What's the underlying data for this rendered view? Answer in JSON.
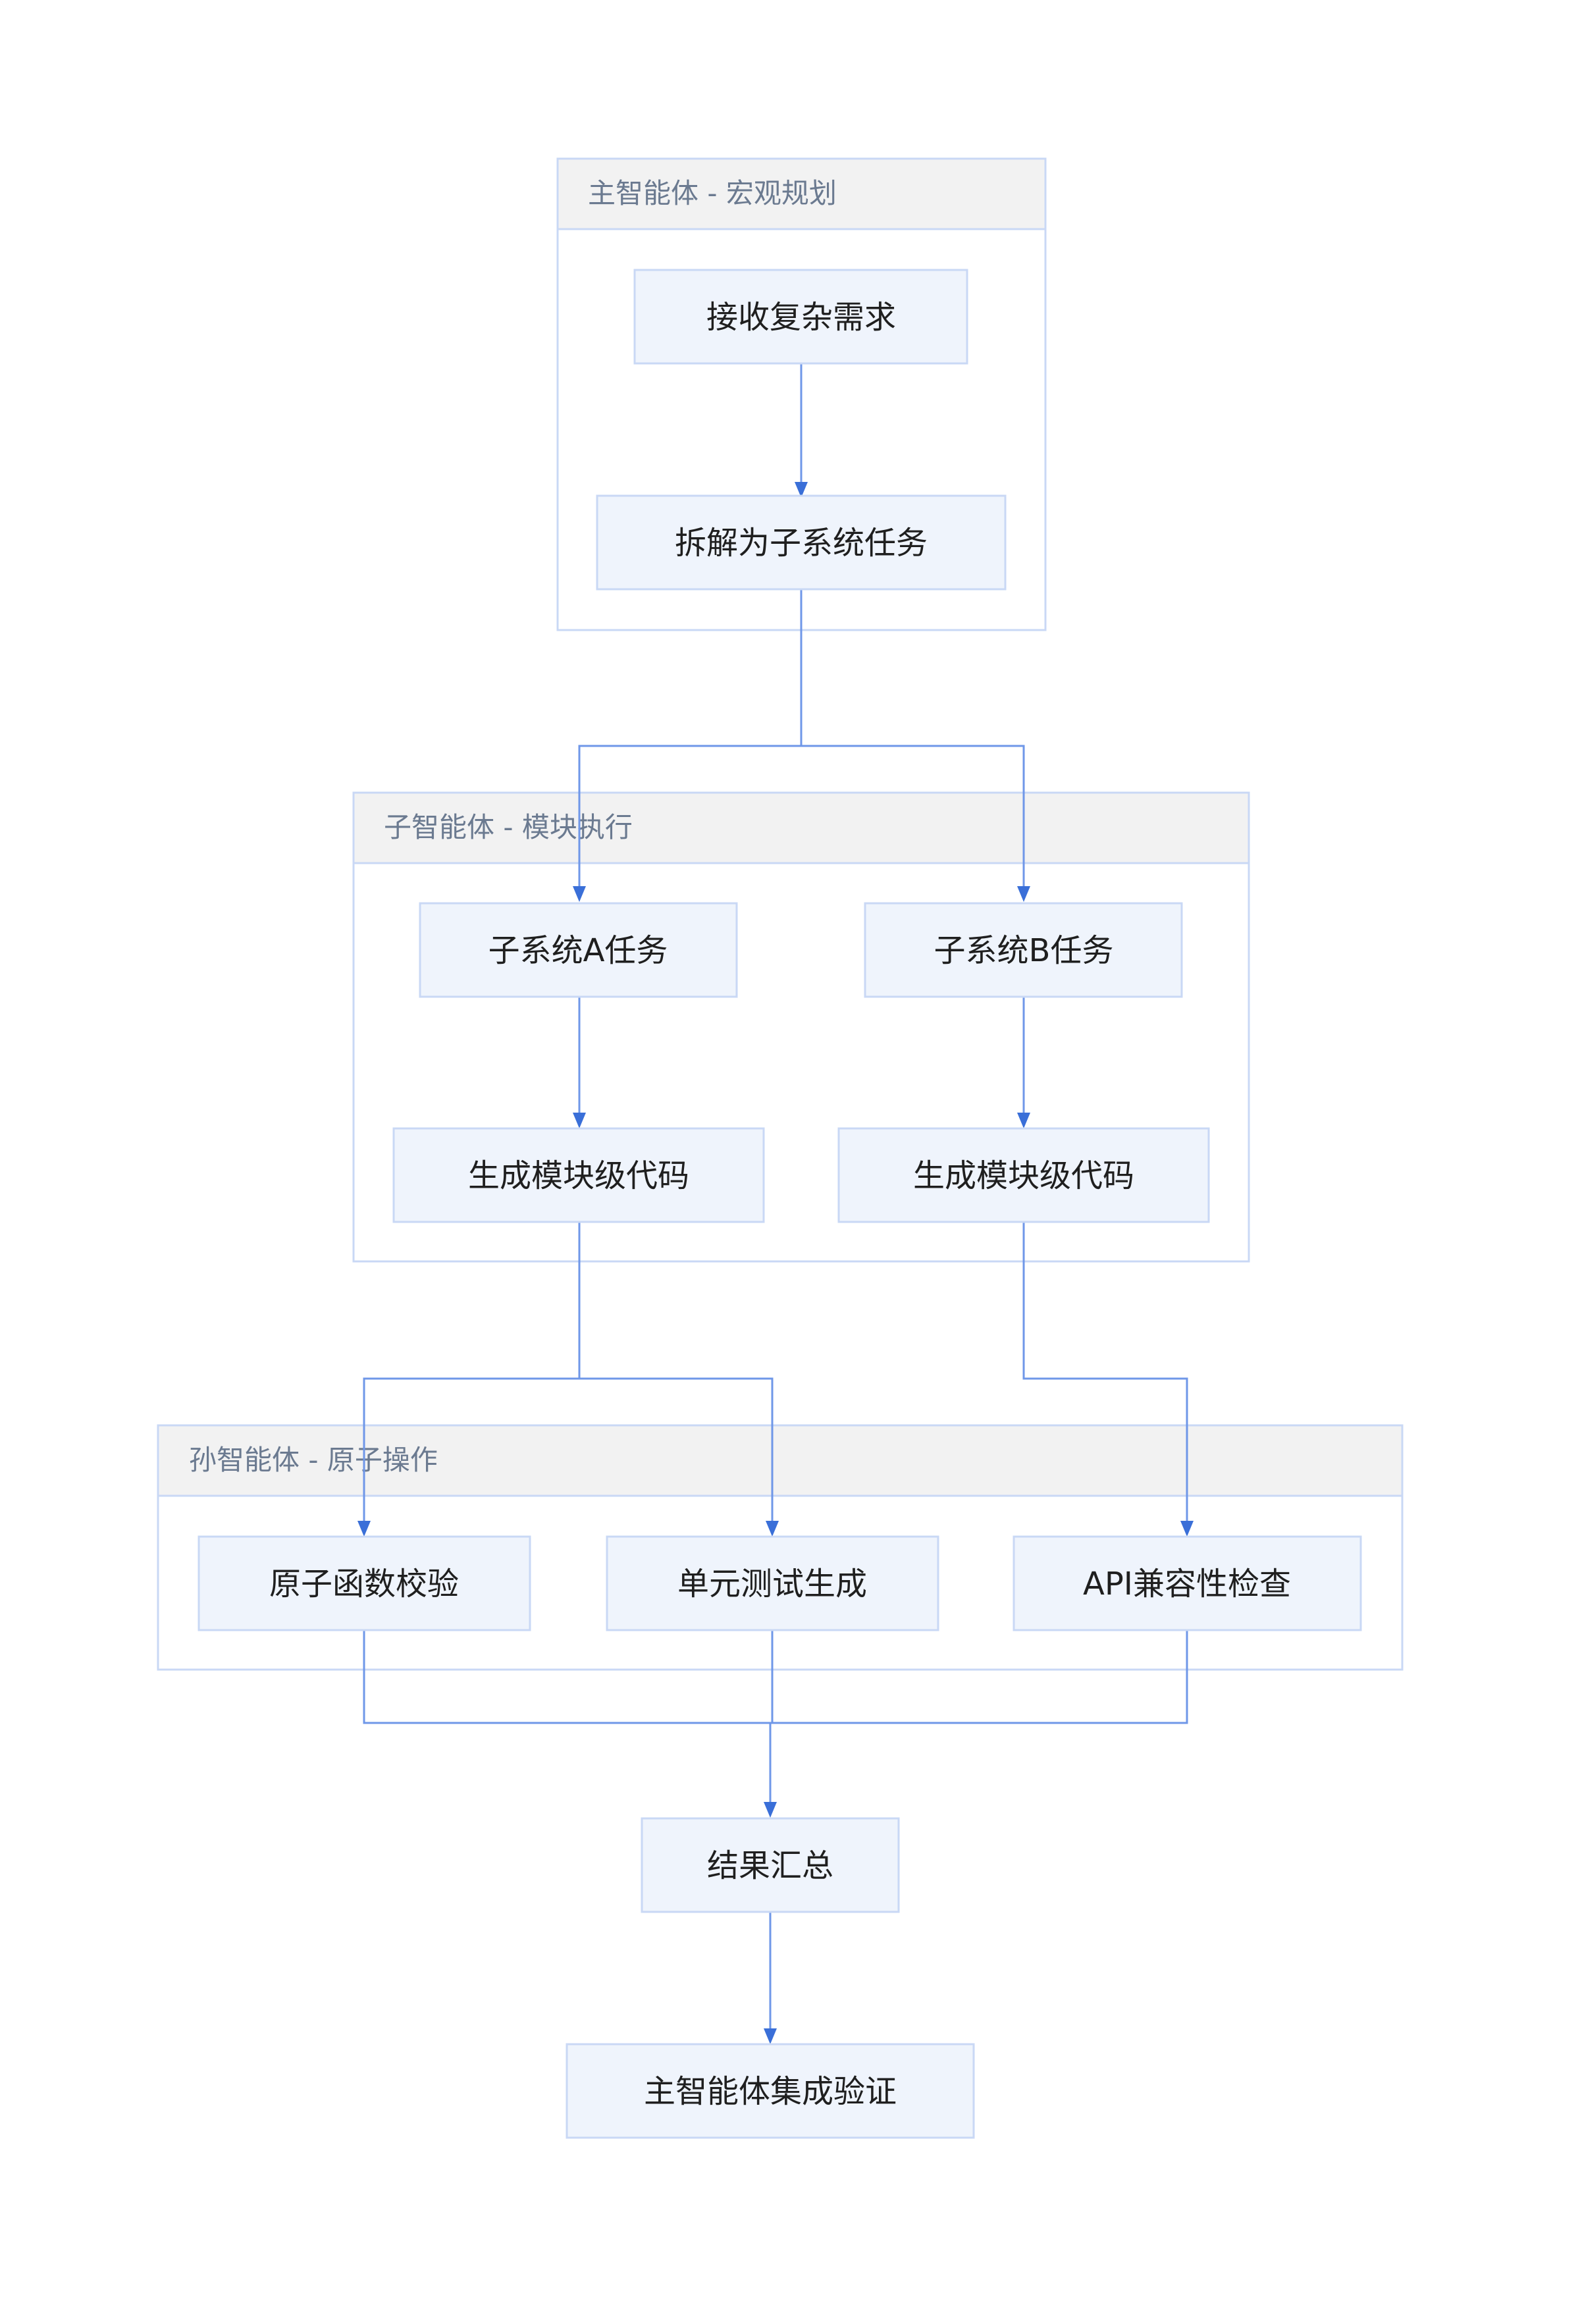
{
  "clusters": {
    "main": {
      "title": "主智能体 - 宏观规划"
    },
    "sub": {
      "title": "子智能体 - 模块执行"
    },
    "grand": {
      "title": "孙智能体 - 原子操作"
    }
  },
  "nodes": {
    "receive": "接收复杂需求",
    "decompose": "拆解为子系统任务",
    "subA": "子系统A任务",
    "subB": "子系统B任务",
    "genA": "生成模块级代码",
    "genB": "生成模块级代码",
    "atomic": "原子函数校验",
    "unittest": "单元测试生成",
    "api": "API兼容性检查",
    "summary": "结果汇总",
    "verify": "主智能体集成验证"
  },
  "colors": {
    "node_fill": "#eff4fc",
    "border": "#c9d8f5",
    "cluster_header": "#f2f2f2",
    "edge": "#6f97e8",
    "arrow": "#3a6fd8"
  }
}
